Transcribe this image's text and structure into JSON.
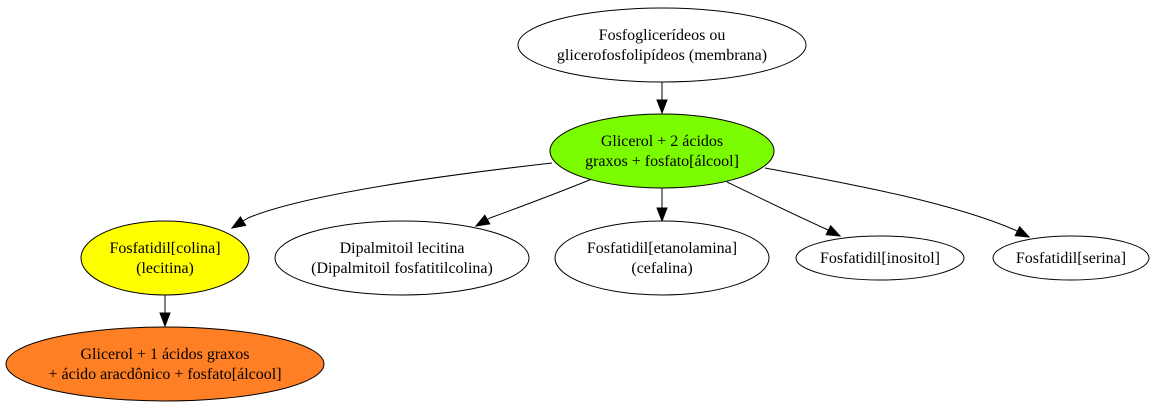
{
  "diagram": {
    "nodes": {
      "root": {
        "lines": [
          "Fosfoglicerídeos ou",
          "glicerofosfolipídeos (membrana)"
        ],
        "fill": "#ffffff"
      },
      "center": {
        "lines": [
          "Glicerol + 2 ácidos",
          "graxos + fosfato[álcool]"
        ],
        "fill": "#7cfc00"
      },
      "colina": {
        "lines": [
          "Fosfatidil[colina]",
          "(lecitina)"
        ],
        "fill": "#ffff00"
      },
      "dipalmitoil": {
        "lines": [
          "Dipalmitoil lecitina",
          "(Dipalmitoil fosfatitilcolina)"
        ],
        "fill": "#ffffff"
      },
      "etanolamina": {
        "lines": [
          "Fosfatidil[etanolamina]",
          "(cefalina)"
        ],
        "fill": "#ffffff"
      },
      "inositol": {
        "lines": [
          "Fosfatidil[inositol]"
        ],
        "fill": "#ffffff"
      },
      "serina": {
        "lines": [
          "Fosfatidil[serina]"
        ],
        "fill": "#ffffff"
      },
      "aracdonico": {
        "lines": [
          "Glicerol + 1 ácidos graxos",
          "+ ácido aracdônico + fosfato[álcool]"
        ],
        "fill": "#ff7f24"
      }
    },
    "edges": [
      {
        "from": "root",
        "to": "center"
      },
      {
        "from": "center",
        "to": "colina"
      },
      {
        "from": "center",
        "to": "dipalmitoil"
      },
      {
        "from": "center",
        "to": "etanolamina"
      },
      {
        "from": "center",
        "to": "inositol"
      },
      {
        "from": "center",
        "to": "serina"
      },
      {
        "from": "colina",
        "to": "aracdonico"
      }
    ]
  }
}
